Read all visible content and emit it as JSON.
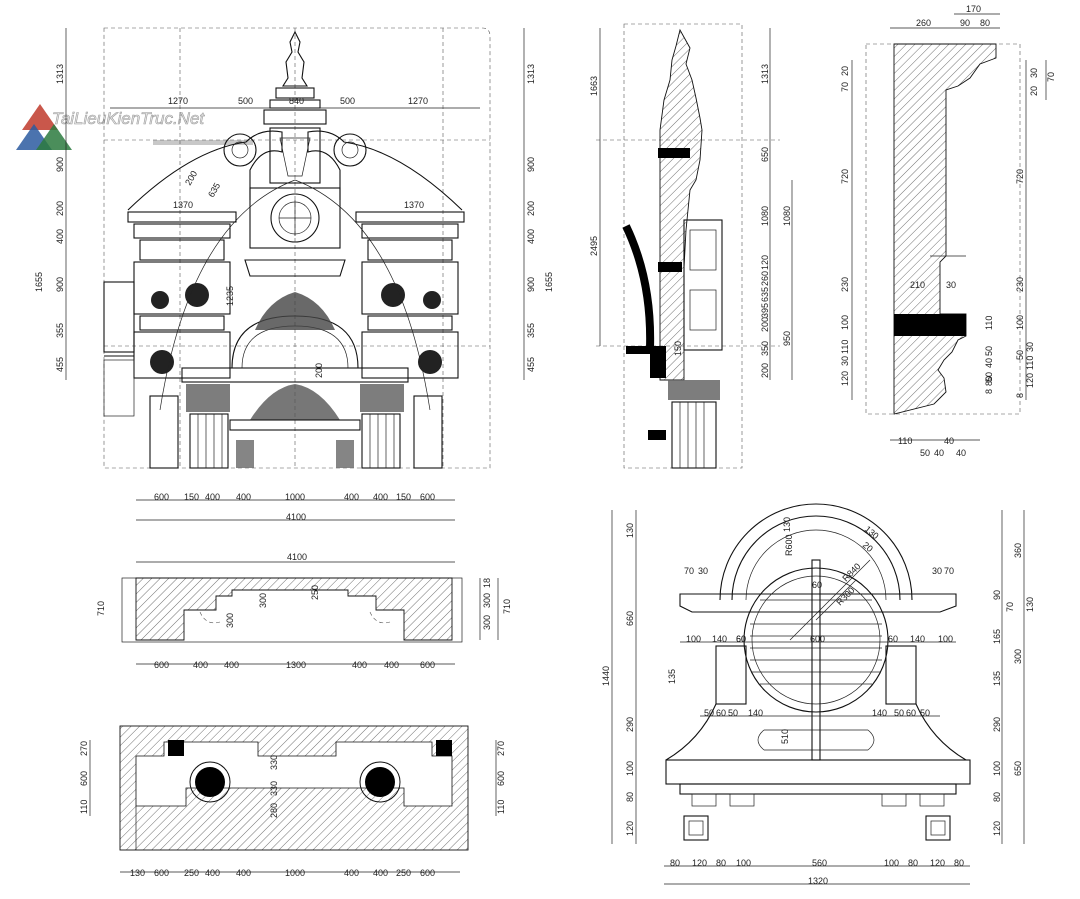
{
  "watermark": {
    "text": "TaiLieuKienTruc.Net"
  },
  "front_elevation": {
    "top_labels": [
      "1270",
      "500",
      "840",
      "500",
      "1270"
    ],
    "arc_labels": [
      "1370",
      "1370"
    ],
    "left_dims": [
      "1313",
      "900",
      "200",
      "400",
      "1655",
      "900",
      "355",
      "455"
    ],
    "right_dims": [
      "1313",
      "900",
      "200",
      "400",
      "1655",
      "900",
      "355",
      "455"
    ],
    "middle_dims": [
      "1235",
      "635",
      "200",
      "200"
    ],
    "bottom_dims": [
      "600",
      "150",
      "400",
      "400",
      "1000",
      "400",
      "400",
      "150",
      "600"
    ],
    "total_width": "4100"
  },
  "side_section": {
    "left_dims": [
      "1663",
      "2495"
    ],
    "right_dims": [
      "1313",
      "650",
      "1080",
      "1080",
      "120",
      "260",
      "635",
      "395",
      "200",
      "350",
      "950",
      "200"
    ],
    "small_label": "150"
  },
  "cornice_detail": {
    "top_dims": [
      "170",
      "260",
      "90",
      "80"
    ],
    "left_dims": [
      "20",
      "70",
      "720",
      "230",
      "100",
      "110",
      "30",
      "120"
    ],
    "right_dims": [
      "30",
      "70",
      "20",
      "720",
      "230",
      "100",
      "50",
      "30",
      "110",
      "120",
      "8"
    ],
    "inner_dims": [
      "210",
      "30",
      "110",
      "50",
      "40",
      "50",
      "8",
      "80"
    ],
    "bottom_dims": [
      "110",
      "50",
      "40",
      "40",
      "40"
    ]
  },
  "plan_top": {
    "total_width": "4100",
    "side_dims": [
      "710",
      "300",
      "300",
      "710",
      "18"
    ],
    "inner_dims": [
      "300",
      "300",
      "250"
    ],
    "bottom_dims": [
      "600",
      "400",
      "400",
      "1300",
      "400",
      "400",
      "600"
    ]
  },
  "plan_bottom": {
    "side_dims": [
      "270",
      "600",
      "110",
      "270",
      "600",
      "110"
    ],
    "inner_dims": [
      "330",
      "330",
      "280"
    ],
    "bottom_dims": [
      "130",
      "600",
      "250",
      "400",
      "400",
      "1000",
      "400",
      "400",
      "250",
      "600"
    ]
  },
  "window_detail": {
    "top_left": [
      "70",
      "30"
    ],
    "top_right": [
      "30",
      "70"
    ],
    "arc_dims": [
      "130",
      "130",
      "20",
      "R840",
      "R300",
      "R600",
      "60"
    ],
    "center_dims": [
      "510",
      "600",
      "60"
    ],
    "row1": [
      "100",
      "140",
      "60",
      "60",
      "140",
      "100"
    ],
    "row2": [
      "50",
      "60",
      "50",
      "140",
      "140",
      "50",
      "60",
      "50"
    ],
    "left_dims": [
      "130",
      "660",
      "1440",
      "135",
      "290",
      "100",
      "80",
      "120"
    ],
    "right_dims": [
      "360",
      "90",
      "70",
      "130",
      "165",
      "300",
      "135",
      "290",
      "100",
      "80",
      "120",
      "650"
    ],
    "bottom_dims": [
      "80",
      "120",
      "80",
      "100",
      "560",
      "100",
      "80",
      "120",
      "80"
    ],
    "total_width": "1320"
  }
}
